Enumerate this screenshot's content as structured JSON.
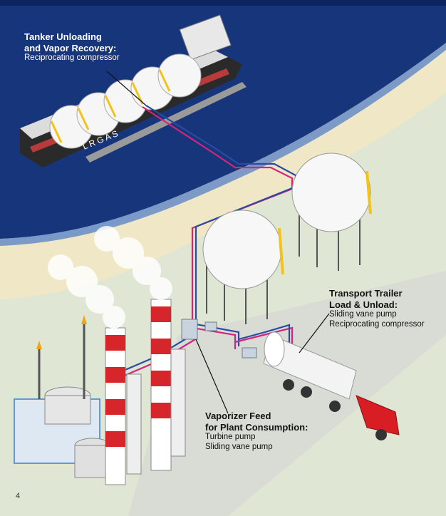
{
  "callouts": {
    "tanker": {
      "title_line1": "Tanker Unloading",
      "title_line2": "and Vapor Recovery:",
      "items": [
        "Reciprocating compressor"
      ]
    },
    "trailer": {
      "title_line1": "Transport Trailer",
      "title_line2": "Load & Unload:",
      "items": [
        "Sliding vane pump",
        "Reciprocating compressor"
      ]
    },
    "vaporizer": {
      "title_line1": "Vaporizer Feed",
      "title_line2": "for Plant Consumption:",
      "items": [
        "Turbine pump",
        "Sliding vane pump"
      ]
    }
  },
  "ship_hull_lettering": "L R G A S",
  "page_number": "4",
  "colors": {
    "sea": "#17357a",
    "sea_deep": "#0c2560",
    "beach": "#efe8c8",
    "land": "#dde6d3",
    "road": "#cfcfcf",
    "pipe_magenta": "#d2257c",
    "pipe_blue": "#2b4aa3",
    "tank_white": "#f7f7f7",
    "support_yellow": "#f3c316",
    "stack_red": "#d6262b",
    "truck_red": "#d81e24"
  }
}
